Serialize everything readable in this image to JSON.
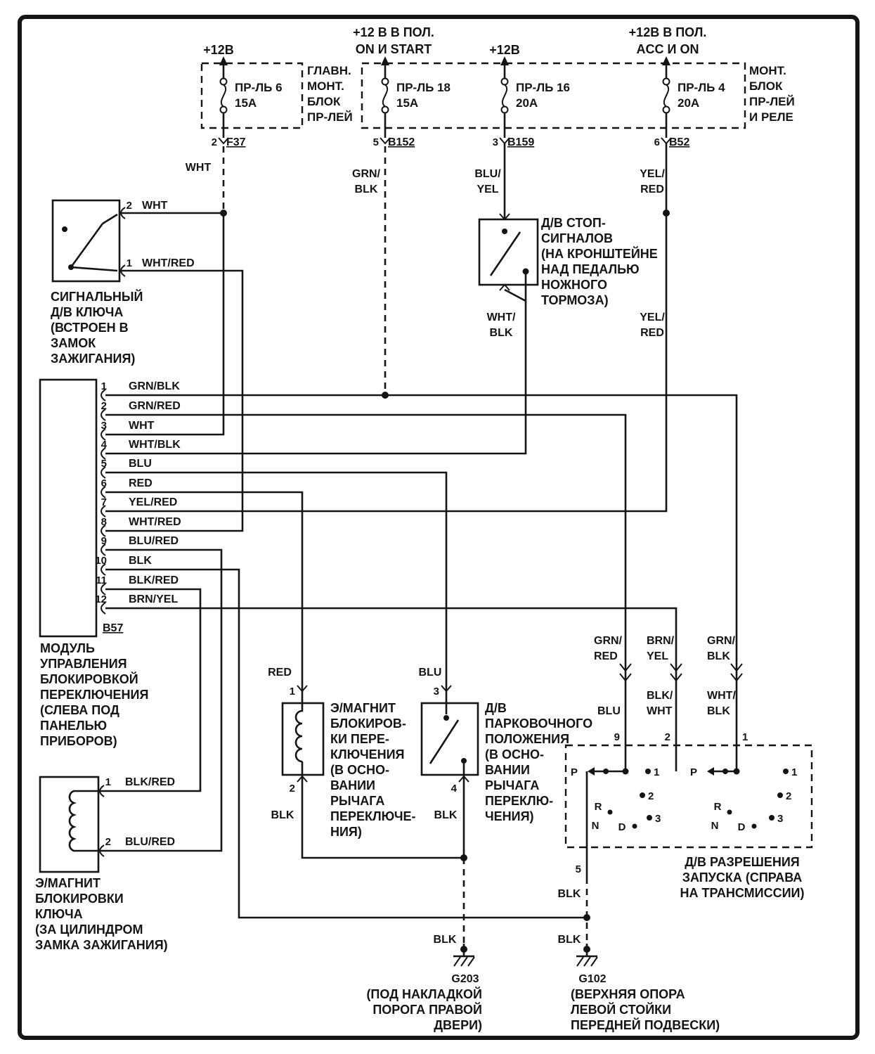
{
  "power": {
    "f1": "+12В",
    "f2a": "+12 В В ПОЛ.",
    "f2b": "ON И START",
    "f3": "+12В",
    "f4a": "+12В В ПОЛ.",
    "f4b": "ACC И ON"
  },
  "fuseblock_left": {
    "l1": "ГЛАВН.",
    "l2": "МОНТ.",
    "l3": "БЛОК",
    "l4": "ПР-ЛЕЙ"
  },
  "fuseblock_right": {
    "l1": "МОНТ.",
    "l2": "БЛОК",
    "l3": "ПР-ЛЕЙ",
    "l4": "И РЕЛЕ"
  },
  "fuses": [
    {
      "name": "ПР-ЛЬ 6",
      "amp": "15А",
      "pin": "2",
      "conn": "F37",
      "w1": "WHT"
    },
    {
      "name": "ПР-ЛЬ 18",
      "amp": "15А",
      "pin": "5",
      "conn": "B152",
      "w1": "GRN/",
      "w2": "BLK"
    },
    {
      "name": "ПР-ЛЬ 16",
      "amp": "20А",
      "pin": "3",
      "conn": "B159",
      "w1": "BLU/",
      "w2": "YEL"
    },
    {
      "name": "ПР-ЛЬ 4",
      "amp": "20А",
      "pin": "6",
      "conn": "B52",
      "w1": "YEL/",
      "w2": "RED"
    }
  ],
  "key_switch": {
    "pin2_num": "2",
    "pin2_wire": "WHT",
    "pin1_num": "1",
    "pin1_wire": "WHT/RED",
    "cap": [
      "СИГНАЛЬНЫЙ",
      "Д/В КЛЮЧА",
      "(ВСТРОЕН В",
      "ЗАМОК",
      "ЗАЖИГАНИЯ)"
    ]
  },
  "stop_switch": {
    "cap": [
      "Д/В СТОП-",
      "СИГНАЛОВ",
      "(НА КРОНШТЕЙНЕ",
      "НАД ПЕДАЛЬЮ",
      "НОЖНОГО",
      "ТОРМОЗА)"
    ],
    "out_w1": "WHT/",
    "out_w2": "BLK"
  },
  "wires": {
    "yelred_a": "YEL/",
    "yelred_b": "RED"
  },
  "module": {
    "pins": [
      {
        "n": "1",
        "w": "GRN/BLK"
      },
      {
        "n": "2",
        "w": "GRN/RED"
      },
      {
        "n": "3",
        "w": "WHT"
      },
      {
        "n": "4",
        "w": "WHT/BLK"
      },
      {
        "n": "5",
        "w": "BLU"
      },
      {
        "n": "6",
        "w": "RED"
      },
      {
        "n": "7",
        "w": "YEL/RED"
      },
      {
        "n": "8",
        "w": "WHT/RED"
      },
      {
        "n": "9",
        "w": "BLU/RED"
      },
      {
        "n": "10",
        "w": "BLK"
      },
      {
        "n": "11",
        "w": "BLK/RED"
      },
      {
        "n": "12",
        "w": "BRN/YEL"
      }
    ],
    "conn": "B57",
    "cap": [
      "МОДУЛЬ",
      "УПРАВЛЕНИЯ",
      "БЛОКИРОВКОЙ",
      "ПЕРЕКЛЮЧЕНИЯ",
      "(СЛЕВА ПОД",
      "ПАНЕЛЬЮ",
      "ПРИБОРОВ)"
    ]
  },
  "key_lock": {
    "pin1_num": "1",
    "pin1_wire": "BLK/RED",
    "pin2_num": "2",
    "pin2_wire": "BLU/RED",
    "cap": [
      "Э/МАГНИТ",
      "БЛОКИРОВКИ",
      "КЛЮЧА",
      "(ЗА ЦИЛИНДРОМ",
      "ЗАМКА ЗАЖИГАНИЯ)"
    ]
  },
  "shift_solenoid": {
    "wire_top": "RED",
    "pin_top": "1",
    "pin_bot": "2",
    "wire_bot": "BLK",
    "cap": [
      "Э/МАГНИТ",
      "БЛОКИРОВ-",
      "КИ ПЕРЕ-",
      "КЛЮЧЕНИЯ",
      "(В ОСНО-",
      "ВАНИИ",
      "РЫЧАГА",
      "ПЕРЕКЛЮЧЕ-",
      "НИЯ)"
    ]
  },
  "park_switch": {
    "wire_top": "BLU",
    "pin_top": "3",
    "pin_bot": "4",
    "wire_bot": "BLK",
    "cap": [
      "Д/В",
      "ПАРКОВОЧНОГО",
      "ПОЛОЖЕНИЯ",
      "(В ОСНО-",
      "ВАНИИ",
      "РЫЧАГА",
      "ПЕРЕКЛЮ-",
      "ЧЕНИЯ)"
    ]
  },
  "inhibitor": {
    "w_above": [
      {
        "a": "GRN/",
        "b": "RED"
      },
      {
        "a": "BRN/",
        "b": "YEL"
      },
      {
        "a": "GRN/",
        "b": "BLK"
      }
    ],
    "w_below": [
      {
        "a": "BLU"
      },
      {
        "a": "BLK/",
        "b": "WHT"
      },
      {
        "a": "WHT/",
        "b": "BLK"
      }
    ],
    "pins": [
      "9",
      "2",
      "1"
    ],
    "pos": {
      "p": "P",
      "r": "R",
      "n": "N",
      "d": "D",
      "d1": "1",
      "d2": "2",
      "d3": "3"
    },
    "pin_bot": "5",
    "w_bot1": "BLK",
    "w_bot2": "BLK",
    "cap": [
      "Д/В РАЗРЕШЕНИЯ",
      "ЗАПУСКА (СПРАВА",
      "НА ТРАНСМИССИИ)"
    ]
  },
  "grounds": {
    "g203": {
      "name": "G203",
      "wire": "BLK",
      "cap": [
        "(ПОД НАКЛАДКОЙ",
        "ПОРОГА ПРАВОЙ",
        "ДВЕРИ)"
      ]
    },
    "g102": {
      "name": "G102",
      "cap": [
        "(ВЕРХНЯЯ ОПОРА",
        "ЛЕВОЙ СТОЙКИ",
        "ПЕРЕДНЕЙ ПОДВЕСКИ)"
      ]
    }
  }
}
